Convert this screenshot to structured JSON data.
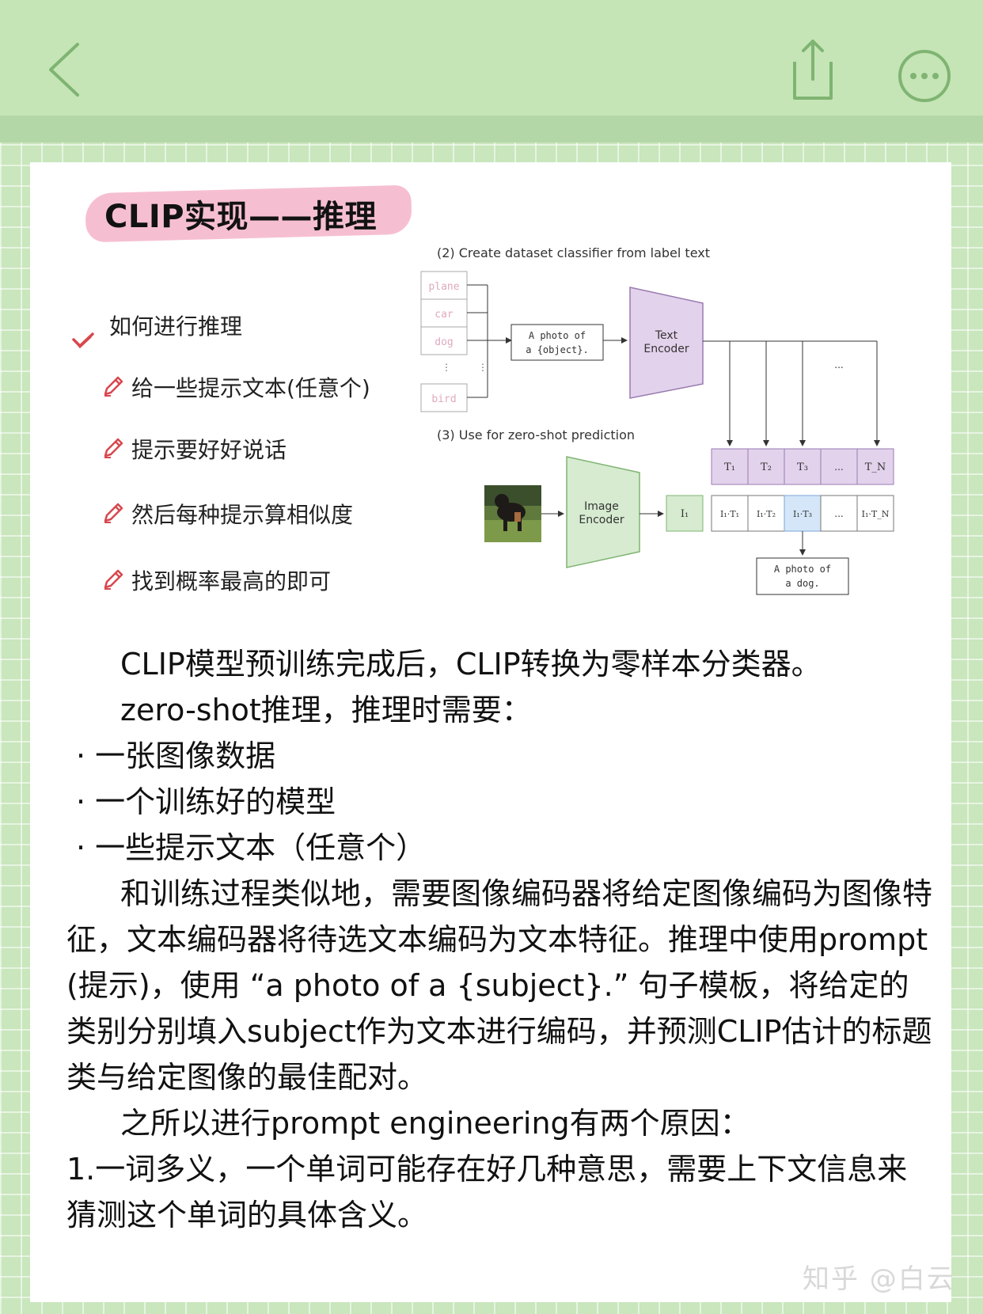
{
  "nav": {
    "back_icon": "chevron-left-icon",
    "share_icon": "share-icon",
    "more_icon": "more-dots-icon"
  },
  "slide": {
    "title": "CLIP实现——推理",
    "bullets": [
      {
        "icon": "checkmark-icon",
        "text": "如何进行推理"
      },
      {
        "icon": "pencil-icon",
        "text": "给一些提示文本(任意个)"
      },
      {
        "icon": "pencil-icon",
        "text": "提示要好好说话"
      },
      {
        "icon": "pencil-icon",
        "text": "然后每种提示算相似度"
      },
      {
        "icon": "pencil-icon",
        "text": "找到概率最高的即可"
      }
    ],
    "diagram": {
      "section2_title": "(2) Create dataset classifier from label text",
      "labels": [
        "plane",
        "car",
        "dog",
        "bird"
      ],
      "template": [
        "A photo of",
        "a {object}."
      ],
      "text_encoder": [
        "Text",
        "Encoder"
      ],
      "ellipsis": "...",
      "section3_title": "(3) Use for zero-shot prediction",
      "image_encoder": [
        "Image",
        "Encoder"
      ],
      "image_feature": "I₁",
      "text_features": [
        "T₁",
        "T₂",
        "T₃",
        "...",
        "T_N"
      ],
      "products": [
        "I₁·T₁",
        "I₁·T₂",
        "I₁·T₃",
        "...",
        "I₁·T_N"
      ],
      "result": [
        "A photo of",
        "a dog."
      ]
    }
  },
  "body": {
    "p1": "CLIP模型预训练完成后，CLIP转换为零样本分类器。",
    "p2": "zero-shot推理，推理时需要：",
    "list": [
      "· 一张图像数据",
      "· 一个训练好的模型",
      "· 一些提示文本（任意个）"
    ],
    "p3": "和训练过程类似地，需要图像编码器将给定图像编码为图像特征，文本编码器将待选文本编码为文本特征。推理中使用prompt (提示)，使用 “a photo of a {subject}.” 句子模板，将给定的类别分别填入subject作为文本进行编码，并预测CLIP估计的标题类与给定图像的最佳配对。",
    "p4": "之所以进行prompt engineering有两个原因：",
    "p5": "1.一词多义，一个单词可能存在好几种意思，需要上下文信息来猜测这个单词的具体含义。"
  },
  "watermark": "知乎 @白云",
  "colors": {
    "accent_green": "#7fb472",
    "title_highlight": "#f6bfd1",
    "text_encoder_fill": "#e3d2ec",
    "image_encoder_fill": "#d6ebd0",
    "highlight_cell": "#d4e6f8",
    "icon_red": "#d8474e"
  }
}
